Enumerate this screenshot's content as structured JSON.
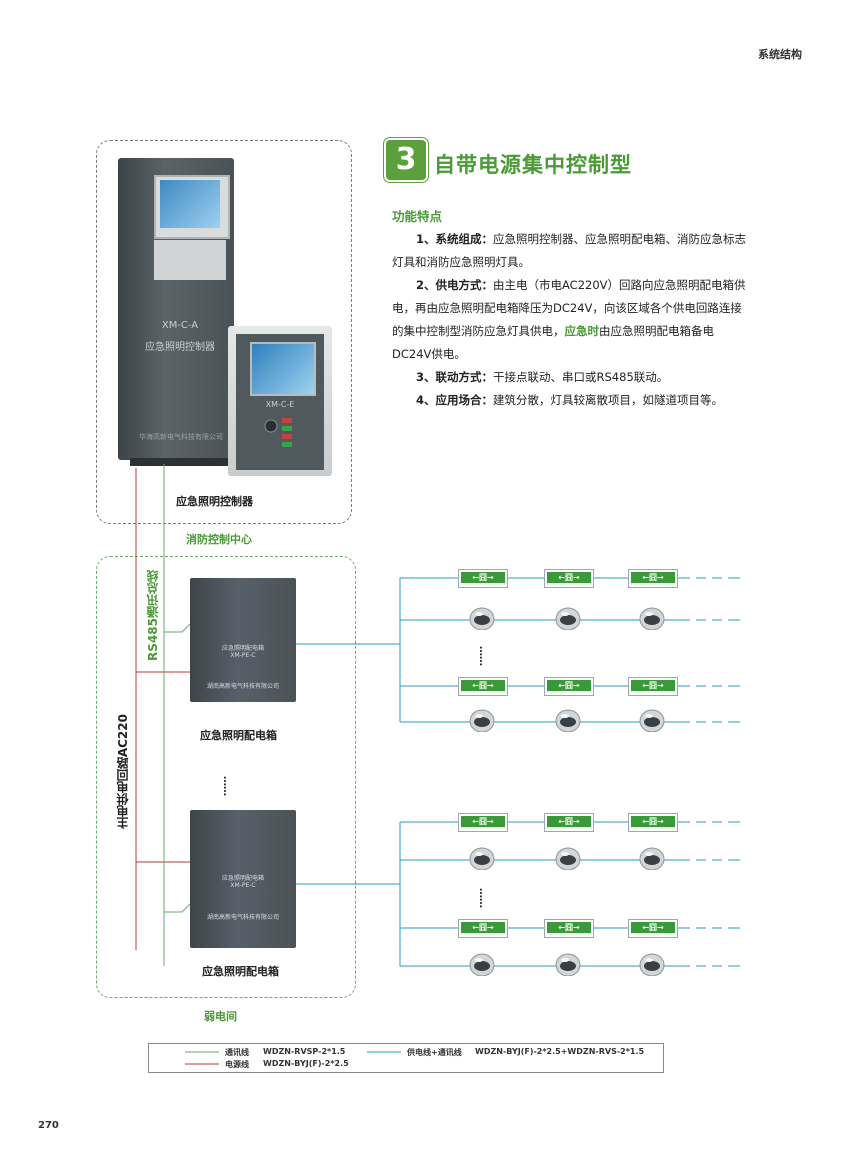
{
  "header": {
    "section": "系统结构"
  },
  "page_number": "270",
  "badge_number": "3",
  "title": "自带电源集中控制型",
  "features_heading": "功能特点",
  "features": [
    {
      "label": "1、系统组成：",
      "text": "应急照明控制器、应急照明配电箱、消防应急标志灯具和消防应急照明灯具。"
    },
    {
      "label": "2、供电方式：",
      "text_before": "由主电（市电AC220V）回路向应急照明配电箱供电，再由应急照明配电箱降压为DC24V，向该区域各个供电回路连接的集中控制型消防应急灯具供电，",
      "highlight": "应急时",
      "text_after": "由应急照明配电箱备电DC24V供电。"
    },
    {
      "label": "3、联动方式：",
      "text": "干接点联动、串口或RS485联动。"
    },
    {
      "label": "4、应用场合：",
      "text": "建筑分散，灯具较离散项目，如隧道项目等。"
    }
  ],
  "controller": {
    "cabinet_model": "XM-C-A",
    "cabinet_name": "应急照明控制器",
    "cabinet_brand": "华海高新电气科技有限公司",
    "small_model": "XM-C-E",
    "caption": "应急照明控制器"
  },
  "control_center": "消防控制中心",
  "rs485_label": "RS485通讯总线",
  "main_power_label": "主电供电回路AC220",
  "distribution_box": {
    "name_line1": "应急照明配电箱",
    "name_line2": "XM-PE-C",
    "brand": "湖南高新电气科技有限公司",
    "caption": "应急照明配电箱"
  },
  "ellipsis": "……",
  "weak_room": "弱电间",
  "exit_sign_text": "←囧→",
  "legend": {
    "comm_name": "通讯线",
    "comm_cable": "WDZN-RVSP-2*1.5",
    "power_name": "电源线",
    "power_cable": "WDZN-BYJ(F)-2*2.5",
    "supply_name": "供电线+通讯线",
    "supply_cable": "WDZN-BYJ(F)-2*2.5+WDZN-RVS-2*1.5"
  },
  "colors": {
    "accent": "#4a9a36",
    "comm_line": "#6aaa6a",
    "power_line": "#b33a3a",
    "supply_line": "#2a9ac0"
  }
}
